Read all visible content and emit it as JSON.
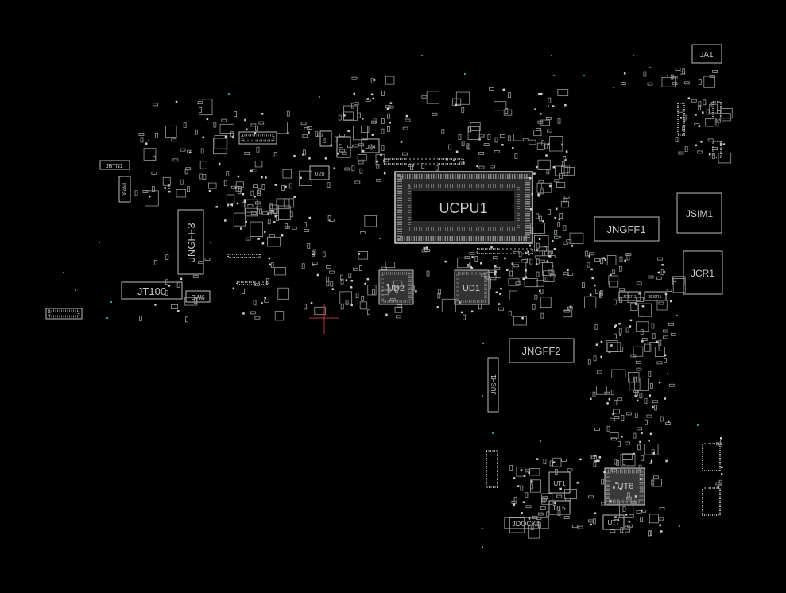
{
  "board": {
    "components": [
      {
        "id": "ucpu1",
        "label": "UCPU1"
      },
      {
        "id": "jngff1",
        "label": "JNGFF1"
      },
      {
        "id": "jngff2",
        "label": "JNGFF2"
      },
      {
        "id": "jngff3",
        "label": "JNGFF3"
      },
      {
        "id": "jt100",
        "label": "JT100"
      },
      {
        "id": "jsim1",
        "label": "JSIM1"
      },
      {
        "id": "jcr1",
        "label": "JCR1"
      },
      {
        "id": "ja1",
        "label": "JA1"
      },
      {
        "id": "jdock1",
        "label": "JDOCK1"
      },
      {
        "id": "jush1",
        "label": "JUSH1"
      },
      {
        "id": "ud2",
        "label": "UD2"
      },
      {
        "id": "ud1",
        "label": "UD1"
      },
      {
        "id": "ut6",
        "label": "UT6"
      },
      {
        "id": "ut1",
        "label": "UT1"
      },
      {
        "id": "ut5",
        "label": "UT5"
      },
      {
        "id": "ut7",
        "label": "UT7"
      },
      {
        "id": "sw6",
        "label": "SW6"
      },
      {
        "id": "jbtn1",
        "label": "JBTN1"
      },
      {
        "id": "jfan1",
        "label": "JFAN1"
      },
      {
        "id": "jlcd1",
        "label": "JLCD1"
      },
      {
        "id": "jmic1",
        "label": "JMIC1"
      },
      {
        "id": "jesr1",
        "label": "JESR1"
      },
      {
        "id": "jesr2",
        "label": "JESR1"
      },
      {
        "id": "u20",
        "label": "U20"
      },
      {
        "id": "u24",
        "label": "U24"
      },
      {
        "id": "u17",
        "label": "U17"
      },
      {
        "id": "u6",
        "label": "U6"
      }
    ]
  }
}
